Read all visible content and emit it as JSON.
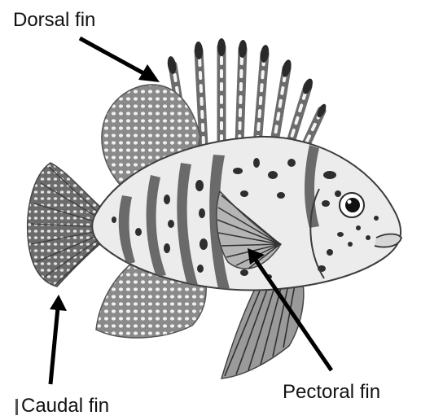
{
  "labels": {
    "dorsal": "Dorsal fin",
    "pectoral": "Pectoral fin",
    "caudal": "Caudal fin"
  },
  "colors": {
    "background": "#ffffff",
    "ink": "#111111",
    "fin_shade": "#7a7a7a",
    "body_light": "#eeeeee",
    "stripe": "#555555",
    "spot": "#2c2c2c"
  }
}
